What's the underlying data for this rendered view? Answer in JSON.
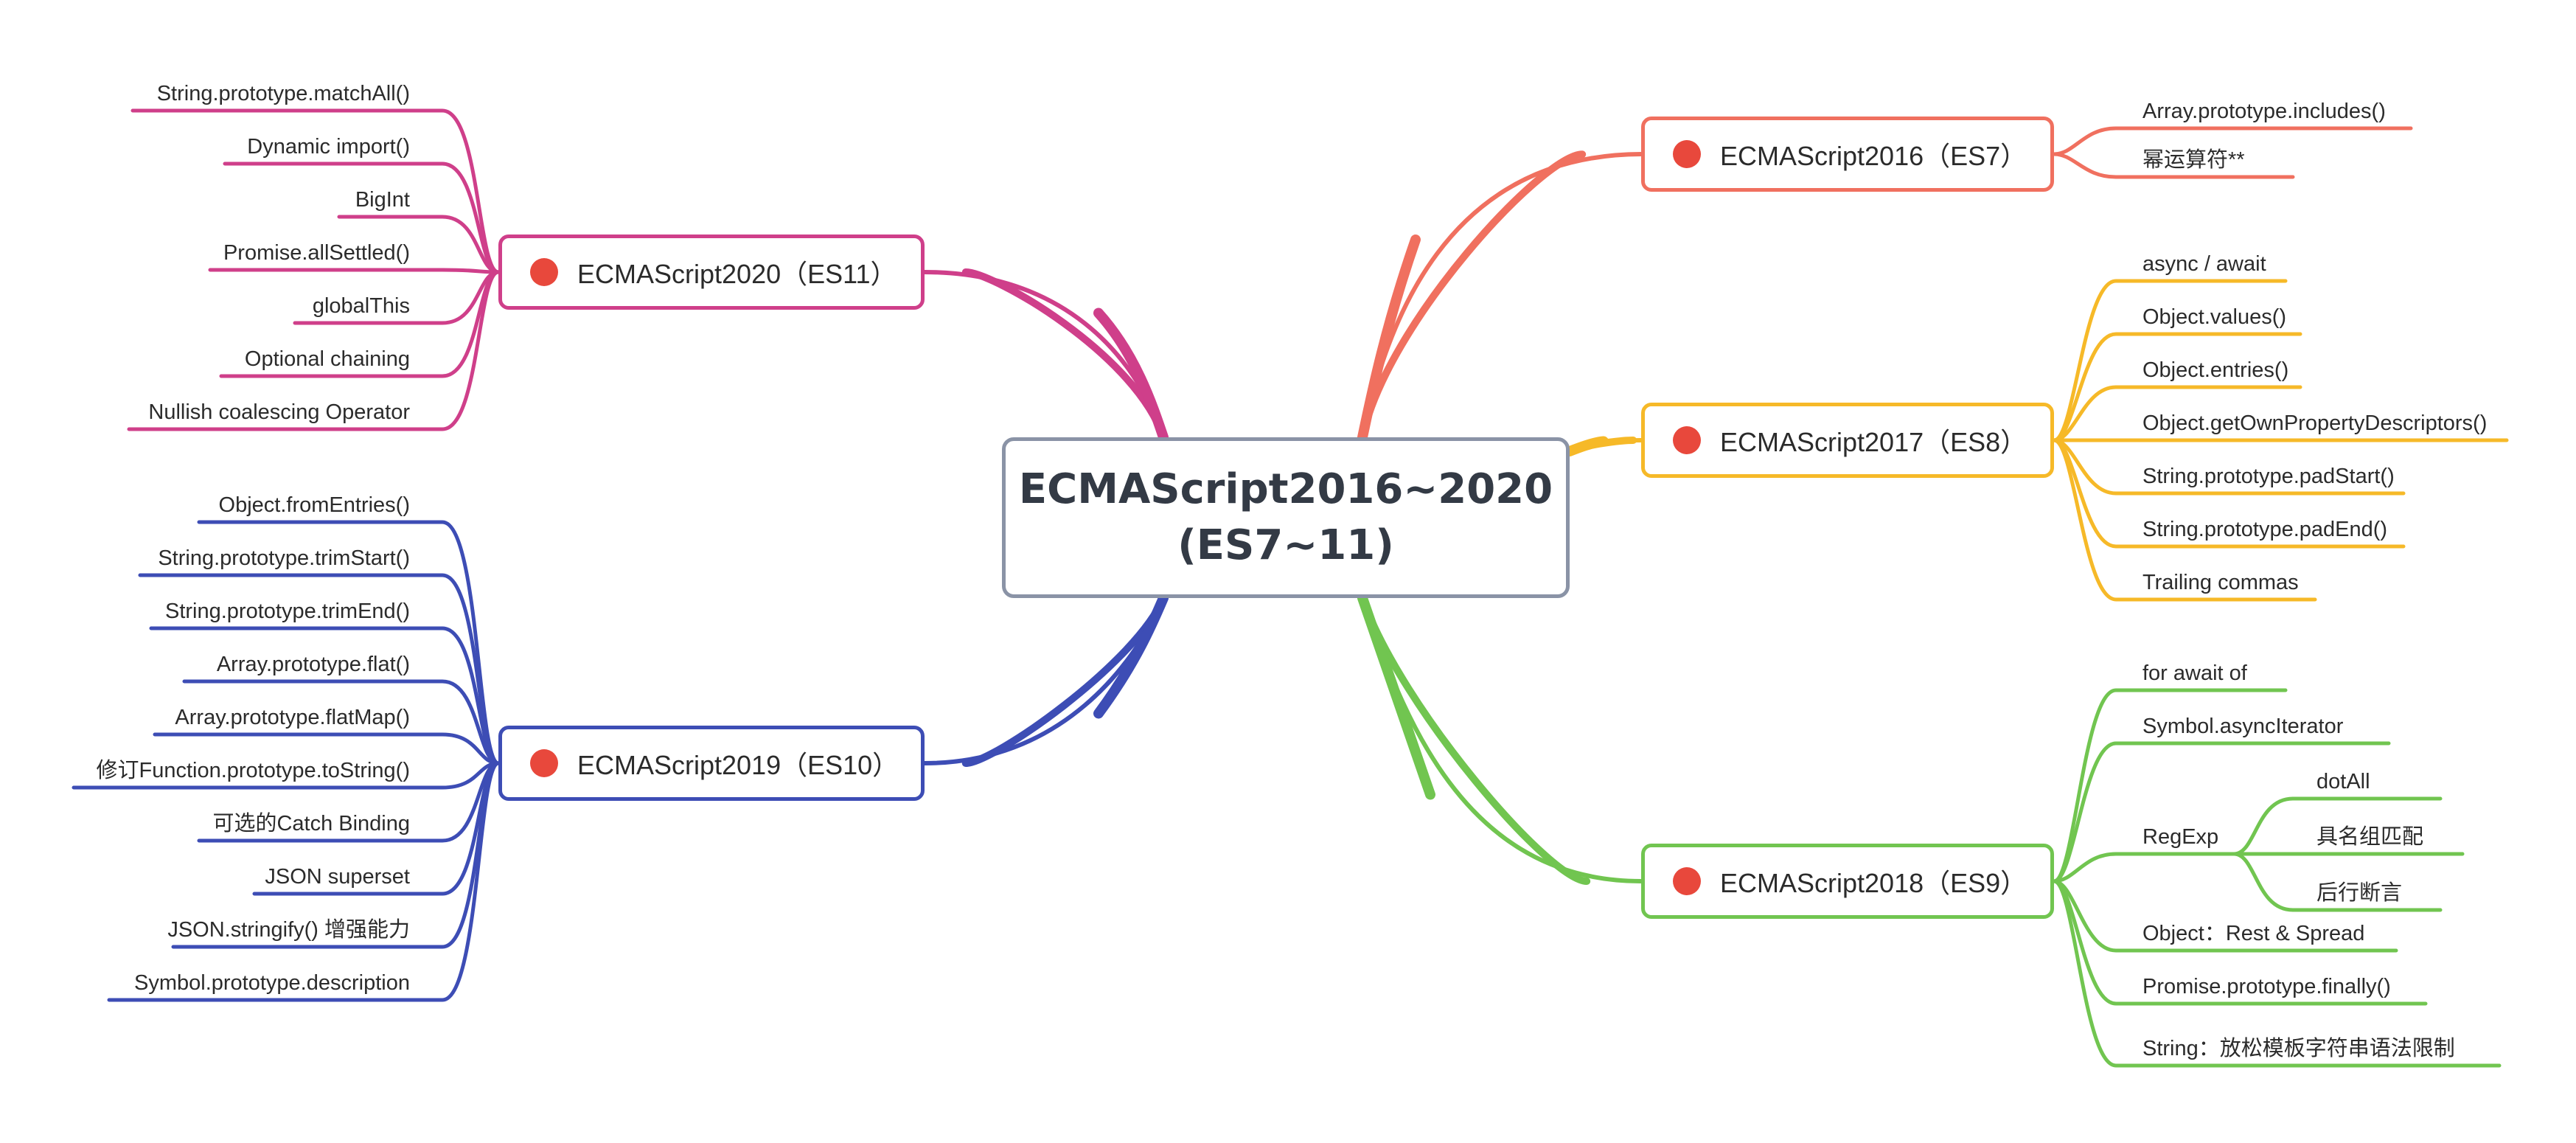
{
  "central": {
    "line1": "ECMAScript2016~2020",
    "line2": "(ES7~11)"
  },
  "branches": {
    "es7": {
      "title": "ECMAScript2016（ES7）",
      "color": "#f0705f",
      "items": [
        "Array.prototype.includes()",
        "幂运算符**"
      ]
    },
    "es8": {
      "title": "ECMAScript2017（ES8）",
      "color": "#f6b928",
      "items": [
        "async / await",
        "Object.values()",
        "Object.entries()",
        "Object.getOwnPropertyDescriptors()",
        "String.prototype.padStart()",
        "String.prototype.padEnd()",
        "Trailing commas"
      ]
    },
    "es9": {
      "title": "ECMAScript2018（ES9）",
      "color": "#71c550",
      "items": [
        "for await of",
        "Symbol.asyncIterator",
        "RegExp",
        "Object：Rest & Spread",
        "Promise.prototype.finally()",
        "String：放松模板字符串语法限制"
      ],
      "regexp_items": [
        "dotAll",
        "具名组匹配",
        "后行断言"
      ]
    },
    "es11": {
      "title": "ECMAScript2020（ES11）",
      "color": "#cf3f8a",
      "items": [
        "String.prototype.matchAll()",
        "Dynamic import()",
        "BigInt",
        "Promise.allSettled()",
        "globalThis",
        "Optional chaining",
        "Nullish coalescing Operator"
      ]
    },
    "es10": {
      "title": "ECMAScript2019（ES10）",
      "color": "#3d4db5",
      "items": [
        "Object.fromEntries()",
        "String.prototype.trimStart()",
        "String.prototype.trimEnd()",
        "Array.prototype.flat()",
        "Array.prototype.flatMap()",
        "修订Function.prototype.toString()",
        "可选的Catch Binding",
        "JSON superset",
        "JSON.stringify() 增强能力",
        "Symbol.prototype.description"
      ]
    }
  }
}
